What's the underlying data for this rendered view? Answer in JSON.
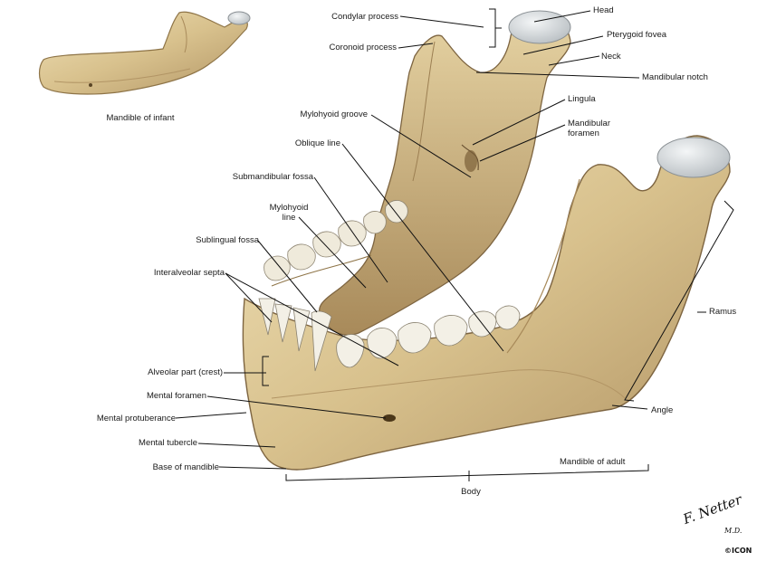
{
  "labels": {
    "condylar_process": "Condylar process",
    "coronoid_process": "Coronoid process",
    "head": "Head",
    "pterygoid_fovea": "Pterygoid fovea",
    "neck": "Neck",
    "mandibular_notch": "Mandibular notch",
    "lingula": "Lingula",
    "mandibular_foramen_1": "Mandibular",
    "mandibular_foramen_2": "foramen",
    "mylohyoid_groove": "Mylohyoid groove",
    "oblique_line": "Oblique line",
    "submandibular_fossa": "Submandibular fossa",
    "mylohyoid_line_1": "Mylohyoid",
    "mylohyoid_line_2": "line",
    "sublingual_fossa": "Sublingual fossa",
    "interalveolar_septa": "Interalveolar septa",
    "alveolar_part": "Alveolar part (crest)",
    "mental_foramen": "Mental foramen",
    "mental_protuberance": "Mental protuberance",
    "mental_tubercle": "Mental tubercle",
    "base_of_mandible": "Base of mandible",
    "body": "Body",
    "ramus": "Ramus",
    "angle": "Angle",
    "mandible_of_infant": "Mandible of infant",
    "mandible_of_adult": "Mandible of adult"
  },
  "signature": {
    "name": "F. Netter",
    "degree": "M.D.",
    "mark": "©ICON"
  },
  "colors": {
    "bone_light": "#e8d6a8",
    "bone_mid": "#c9b07a",
    "bone_dark": "#8e7447",
    "cartilage": "#dfe3e5",
    "tooth": "#f1efe6",
    "leader": "#111111"
  }
}
